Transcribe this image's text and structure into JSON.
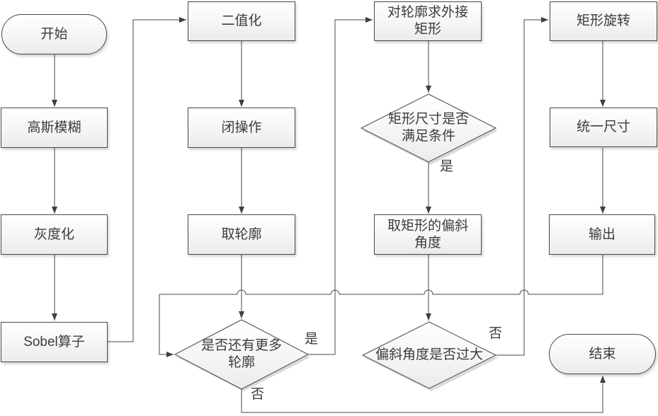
{
  "diagram": {
    "nodes": {
      "start": {
        "label": "开始",
        "type": "terminator"
      },
      "gaussian_blur": {
        "label": "高斯模糊",
        "type": "process"
      },
      "grayscale": {
        "label": "灰度化",
        "type": "process"
      },
      "sobel": {
        "label": "Sobel算子",
        "type": "process"
      },
      "binarize": {
        "label": "二值化",
        "type": "process"
      },
      "close_op": {
        "label": "闭操作",
        "type": "process"
      },
      "get_contours": {
        "label": "取轮廓",
        "type": "process"
      },
      "bounding_rect": {
        "label": "对轮廓求外接\n矩形",
        "type": "process"
      },
      "size_check": {
        "label": "矩形尺寸是否\n满足条件",
        "type": "decision"
      },
      "get_skew_angle": {
        "label": "取矩形的偏斜\n角度",
        "type": "process"
      },
      "rect_rotate": {
        "label": "矩形旋转",
        "type": "process"
      },
      "unify_size": {
        "label": "统一尺寸",
        "type": "process"
      },
      "output": {
        "label": "输出",
        "type": "process"
      },
      "more_contours": {
        "label": "是否还有更多\n轮廓",
        "type": "decision"
      },
      "skew_too_large": {
        "label": "偏斜角度是否过大",
        "type": "decision"
      },
      "end": {
        "label": "结束",
        "type": "terminator"
      }
    },
    "edge_labels": {
      "more_contours_yes": "是",
      "more_contours_no": "否",
      "size_check_yes": "是",
      "skew_too_large_no": "否"
    },
    "colors": {
      "stroke": "#474747",
      "shape_fill_top": "#ffffff",
      "shape_fill_bottom": "#ebebeb",
      "text": "#3b3b3b",
      "background": "#ffffff",
      "arrowhead": "#3f3f3f"
    }
  }
}
